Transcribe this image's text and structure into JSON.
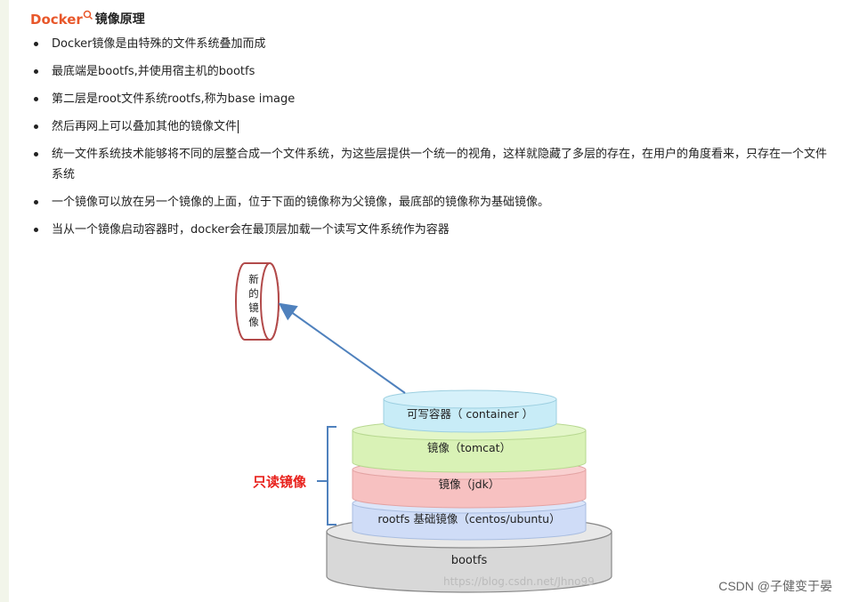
{
  "title": {
    "brand": "Docker",
    "rest": "镜像原理"
  },
  "bullets": [
    "Docker镜像是由特殊的文件系统叠加而成",
    "最底端是bootfs,并使用宿主机的bootfs",
    " 第二层是root文件系统rootfs,称为base image",
    "然后再网上可以叠加其他的镜像文件",
    "统一文件系统技术能够将不同的层整合成一个文件系统，为这些层提供一个统一的视角，这样就隐藏了多层的存在，在用户的角度看来，只存在一个文件系统",
    "一个镜像可以放在另一个镜像的上面，位于下面的镜像称为父镜像，最底部的镜像称为基础镜像。",
    "当从一个镜像启动容器时，docker会在最顶层加载一个读写文件系统作为容器"
  ],
  "diagram": {
    "new_image_chars": [
      "新",
      "的",
      "镜",
      "像"
    ],
    "container_label": "可写容器（ container ）",
    "tomcat_label": "镜像（tomcat）",
    "jdk_label": "镜像（jdk）",
    "rootfs_label": "rootfs 基础镜像（centos/ubuntu）",
    "bootfs_label": "bootfs",
    "readonly_label": "只读镜像",
    "image_watermark": "https://blog.csdn.net/Jhno99"
  },
  "watermark": "CSDN @子健变于晏",
  "colors": {
    "brand": "#e8572a",
    "readonly": "#e8211c",
    "container_fill": "#c8ecf7",
    "tomcat_fill": "#d9f2b6",
    "jdk_fill": "#f7c1c1",
    "rootfs_fill": "#cfdcf7",
    "bootfs_fill": "#d8d8d8",
    "arrow": "#4f81bd",
    "bracket": "#4f81bd",
    "new_image_stroke": "#b24a4a"
  }
}
